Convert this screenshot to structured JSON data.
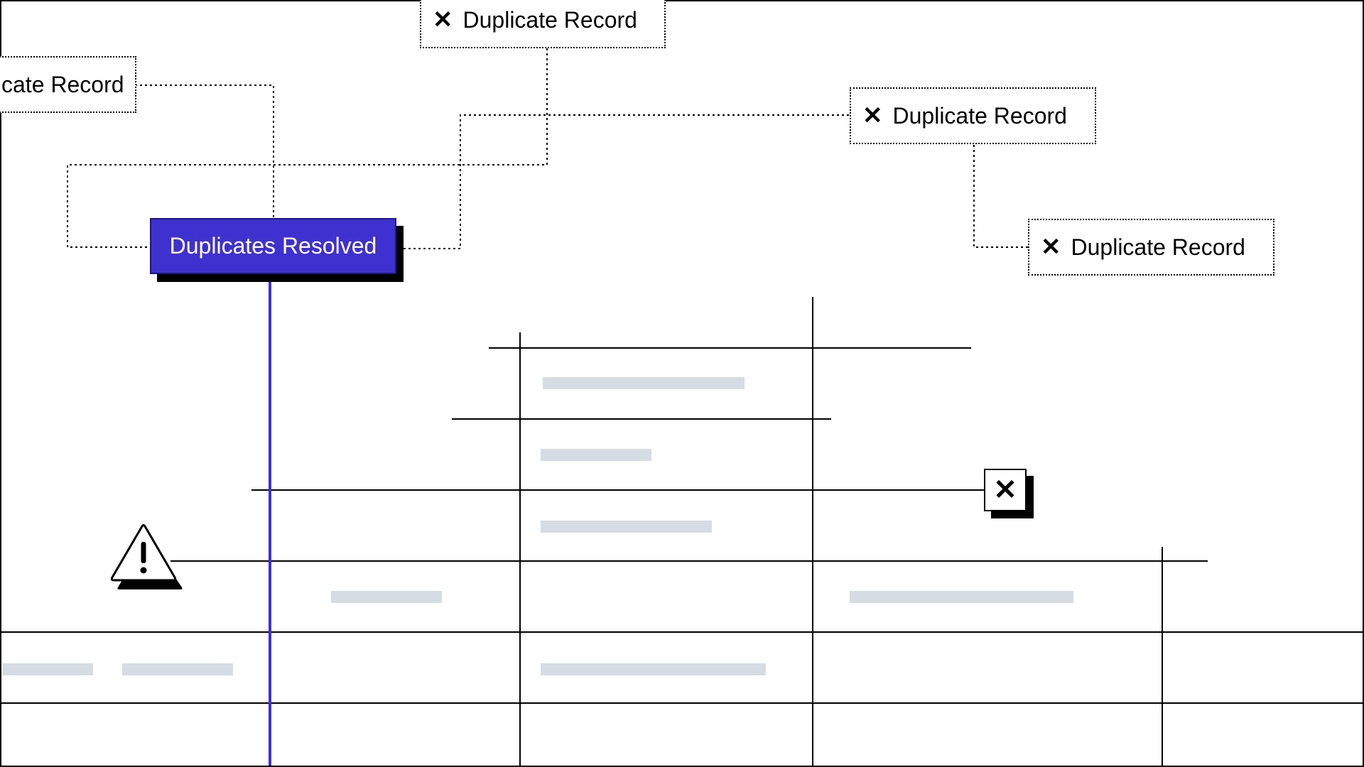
{
  "nodes": {
    "resolved_label": "Duplicates Resolved",
    "duplicate_label": "Duplicate Record",
    "duplicate_partial_label": "cate Record"
  },
  "icons": [
    "close-icon",
    "warning-icon"
  ],
  "colors": {
    "accent": "#3f31cf",
    "placeholder_bar": "#d6dce3",
    "line": "#000000"
  }
}
